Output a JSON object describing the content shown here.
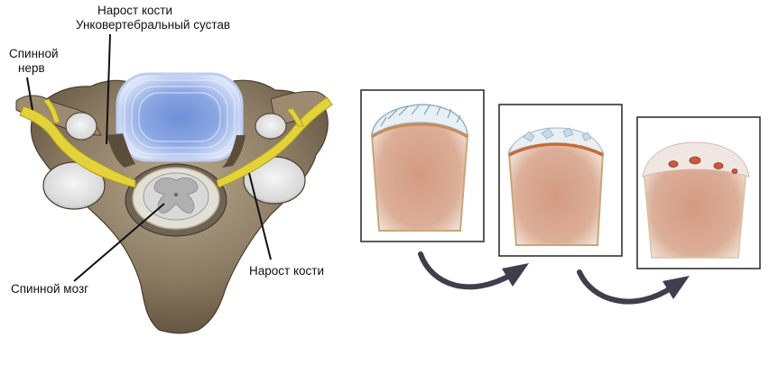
{
  "labels": {
    "bone_spur_top": "Нарост кости",
    "uncovertebral_joint": "Унковертебральный сустав",
    "spinal_nerve_line1": "Спинной",
    "spinal_nerve_line2": "нерв",
    "spinal_cord": "Спинной мозг",
    "bone_spur_right": "Нарост кости"
  },
  "colors": {
    "bone": "#8a7a62",
    "bone_light": "#b8a88c",
    "bone_dark": "#5c4d3a",
    "disc_blue": "#6f8fd8",
    "disc_light": "#dfe7fb",
    "nerve_yellow": "#e4d23a",
    "cord_gray": "#cfcfcf",
    "marrow": "#d39a82",
    "cartilage_blue": "#8fb2c9",
    "arrow": "#3e3f4c"
  },
  "stages": [
    {
      "name": "healthy-joint"
    },
    {
      "name": "degenerating-joint"
    },
    {
      "name": "advanced-degeneration"
    }
  ]
}
